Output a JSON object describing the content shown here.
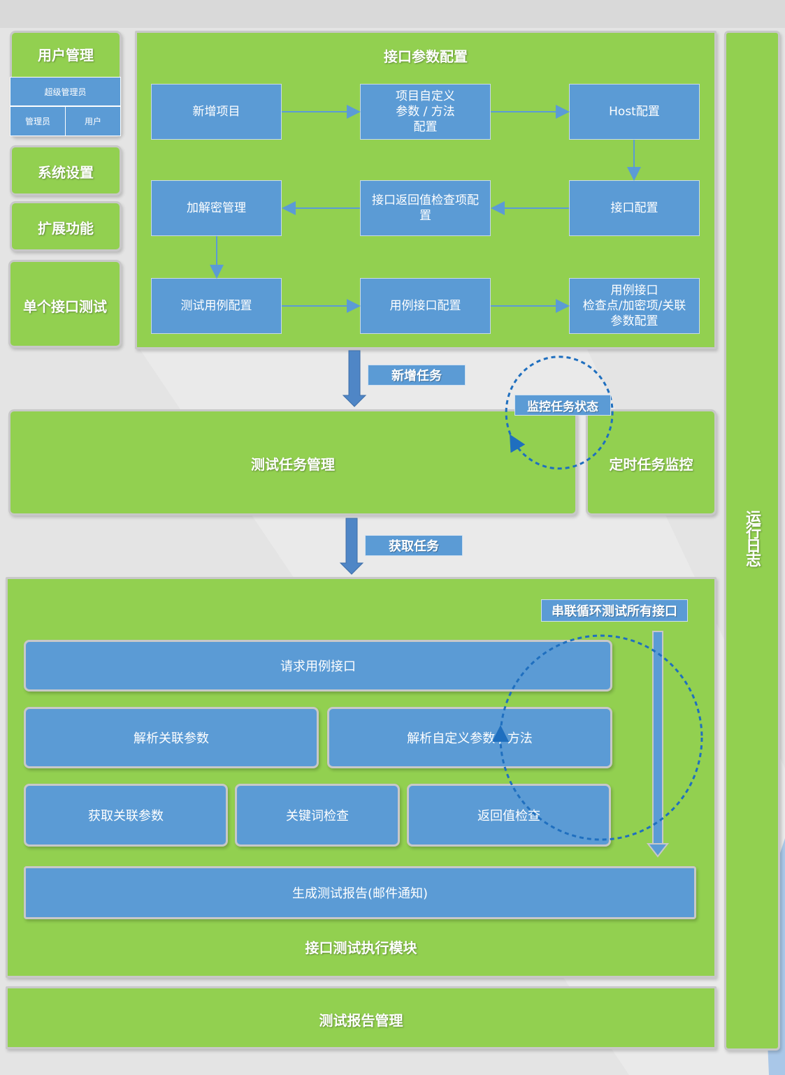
{
  "sidebar": {
    "user_mgmt": "用户管理",
    "super_admin": "超级管理员",
    "admin": "管理员",
    "user": "用户",
    "system_settings": "系统设置",
    "extensions": "扩展功能",
    "single_api_test": "单个接口测试"
  },
  "config_panel": {
    "title": "接口参数配置",
    "boxes": {
      "new_project": "新增项目",
      "project_custom": "项目自定义\n参数 / 方法\n配置",
      "host_config": "Host配置",
      "encrypt_mgmt": "加解密管理",
      "return_check": "接口返回值检查项配\n置",
      "api_config": "接口配置",
      "testcase_config": "测试用例配置",
      "case_api_config": "用例接口配置",
      "case_checkpoint": "用例接口\n检查点/加密项/关联\n参数配置"
    }
  },
  "labels": {
    "new_task": "新增任务",
    "monitor_status": "监控任务状态",
    "fetch_task": "获取任务",
    "serial_loop": "串联循环测试所有接口"
  },
  "task_mgmt": "测试任务管理",
  "timer_monitor": "定时任务监控",
  "exec_module": {
    "title": "接口测试执行模块",
    "request_case": "请求用例接口",
    "parse_relation": "解析关联参数",
    "parse_custom": "解析自定义参数 / 方法",
    "get_relation": "获取关联参数",
    "keyword_check": "关键词检查",
    "return_value_check": "返回值检查",
    "gen_report": "生成测试报告(邮件通知)"
  },
  "report_mgmt": "测试报告管理",
  "run_log": "运行日志",
  "colors": {
    "green": "#92d050",
    "blue": "#5b9bd5",
    "arrow": "#5b9bd5",
    "background": "#e4e4e4"
  }
}
